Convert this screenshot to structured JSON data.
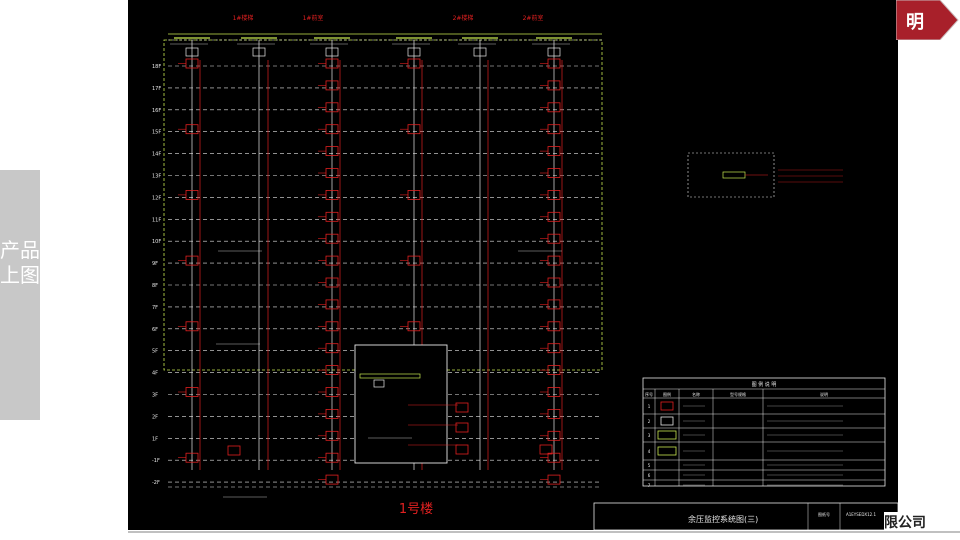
{
  "side_tab": {
    "label": "产品上图"
  },
  "corner_tag": {
    "label": "明"
  },
  "company": {
    "label": "限公司"
  },
  "drawing": {
    "building_label": "1号楼",
    "title_cell": "余压监控系统图(三)",
    "drawing_no_label": "图纸号",
    "drawing_no_value": "A1EYSEDX12.1",
    "legend_title": "图 例 说 明",
    "legend_headers": [
      "序号",
      "图例",
      "名称",
      "型号规格",
      "说明"
    ],
    "legend_rows": [
      {
        "no": "1",
        "symbol": "red-box"
      },
      {
        "no": "2",
        "symbol": "white-box"
      },
      {
        "no": "3",
        "symbol": "green-box"
      },
      {
        "no": "4",
        "symbol": "green-box"
      },
      {
        "no": "5",
        "symbol": "none"
      },
      {
        "no": "6",
        "symbol": "none"
      },
      {
        "no": "7",
        "symbol": "none"
      }
    ],
    "floor_labels": [
      "18F",
      "17F",
      "16F",
      "15F",
      "14F",
      "13F",
      "12F",
      "11F",
      "10F",
      "9F",
      "8F",
      "7F",
      "6F",
      "5F",
      "4F",
      "3F",
      "2F",
      "1F",
      "-1F",
      "-2F"
    ],
    "red_group_labels": [
      "1#楼梯",
      "1#前室",
      "2#楼梯",
      "2#前室"
    ],
    "colors": {
      "background": "#000000",
      "red": "#e02020",
      "green": "#c8e850",
      "white": "#e8e8e8",
      "accent": "#a8202a"
    }
  }
}
